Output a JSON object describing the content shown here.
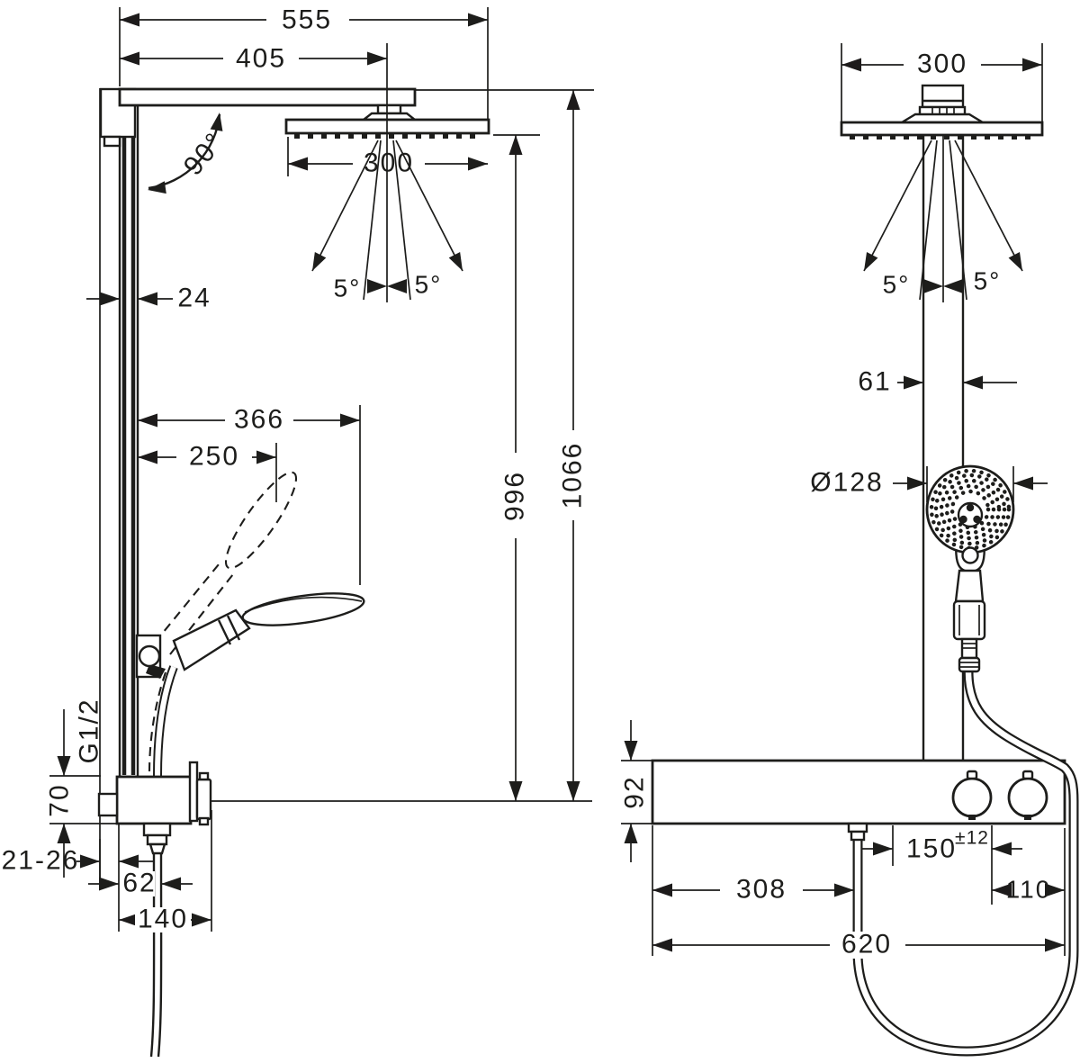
{
  "drawing": {
    "kind": "shower-system-technical-drawing",
    "colors": {
      "background": "#ffffff",
      "line": "#1d1d1b"
    }
  },
  "views": {
    "side": {
      "dims": {
        "total_width": "555",
        "arm_projection": "405",
        "overhead_width": "300",
        "arm_angle": "90°",
        "spray_angle_left": "5°",
        "spray_angle_right": "5°",
        "bar_depth": "24",
        "handshower_reach": "366",
        "handshower_reach_up": "250",
        "height_spray_face": "996",
        "height_overall": "1066",
        "connection_thread": "G1/2",
        "valve_height": "70",
        "wall_distance": "21-26",
        "hose_offset": "62",
        "valve_depth": "140"
      }
    },
    "front": {
      "dims": {
        "overhead_width": "300",
        "spray_angle_left": "5°",
        "spray_angle_right": "5°",
        "pipe_width": "61",
        "handshower_diameter": "Ø128",
        "bar_height": "92",
        "outlet_to_knob": "150",
        "outlet_to_knob_tolerance": "±12",
        "bar_left_to_outlet": "308",
        "knob_to_edge": "110",
        "bar_width": "620"
      }
    }
  }
}
